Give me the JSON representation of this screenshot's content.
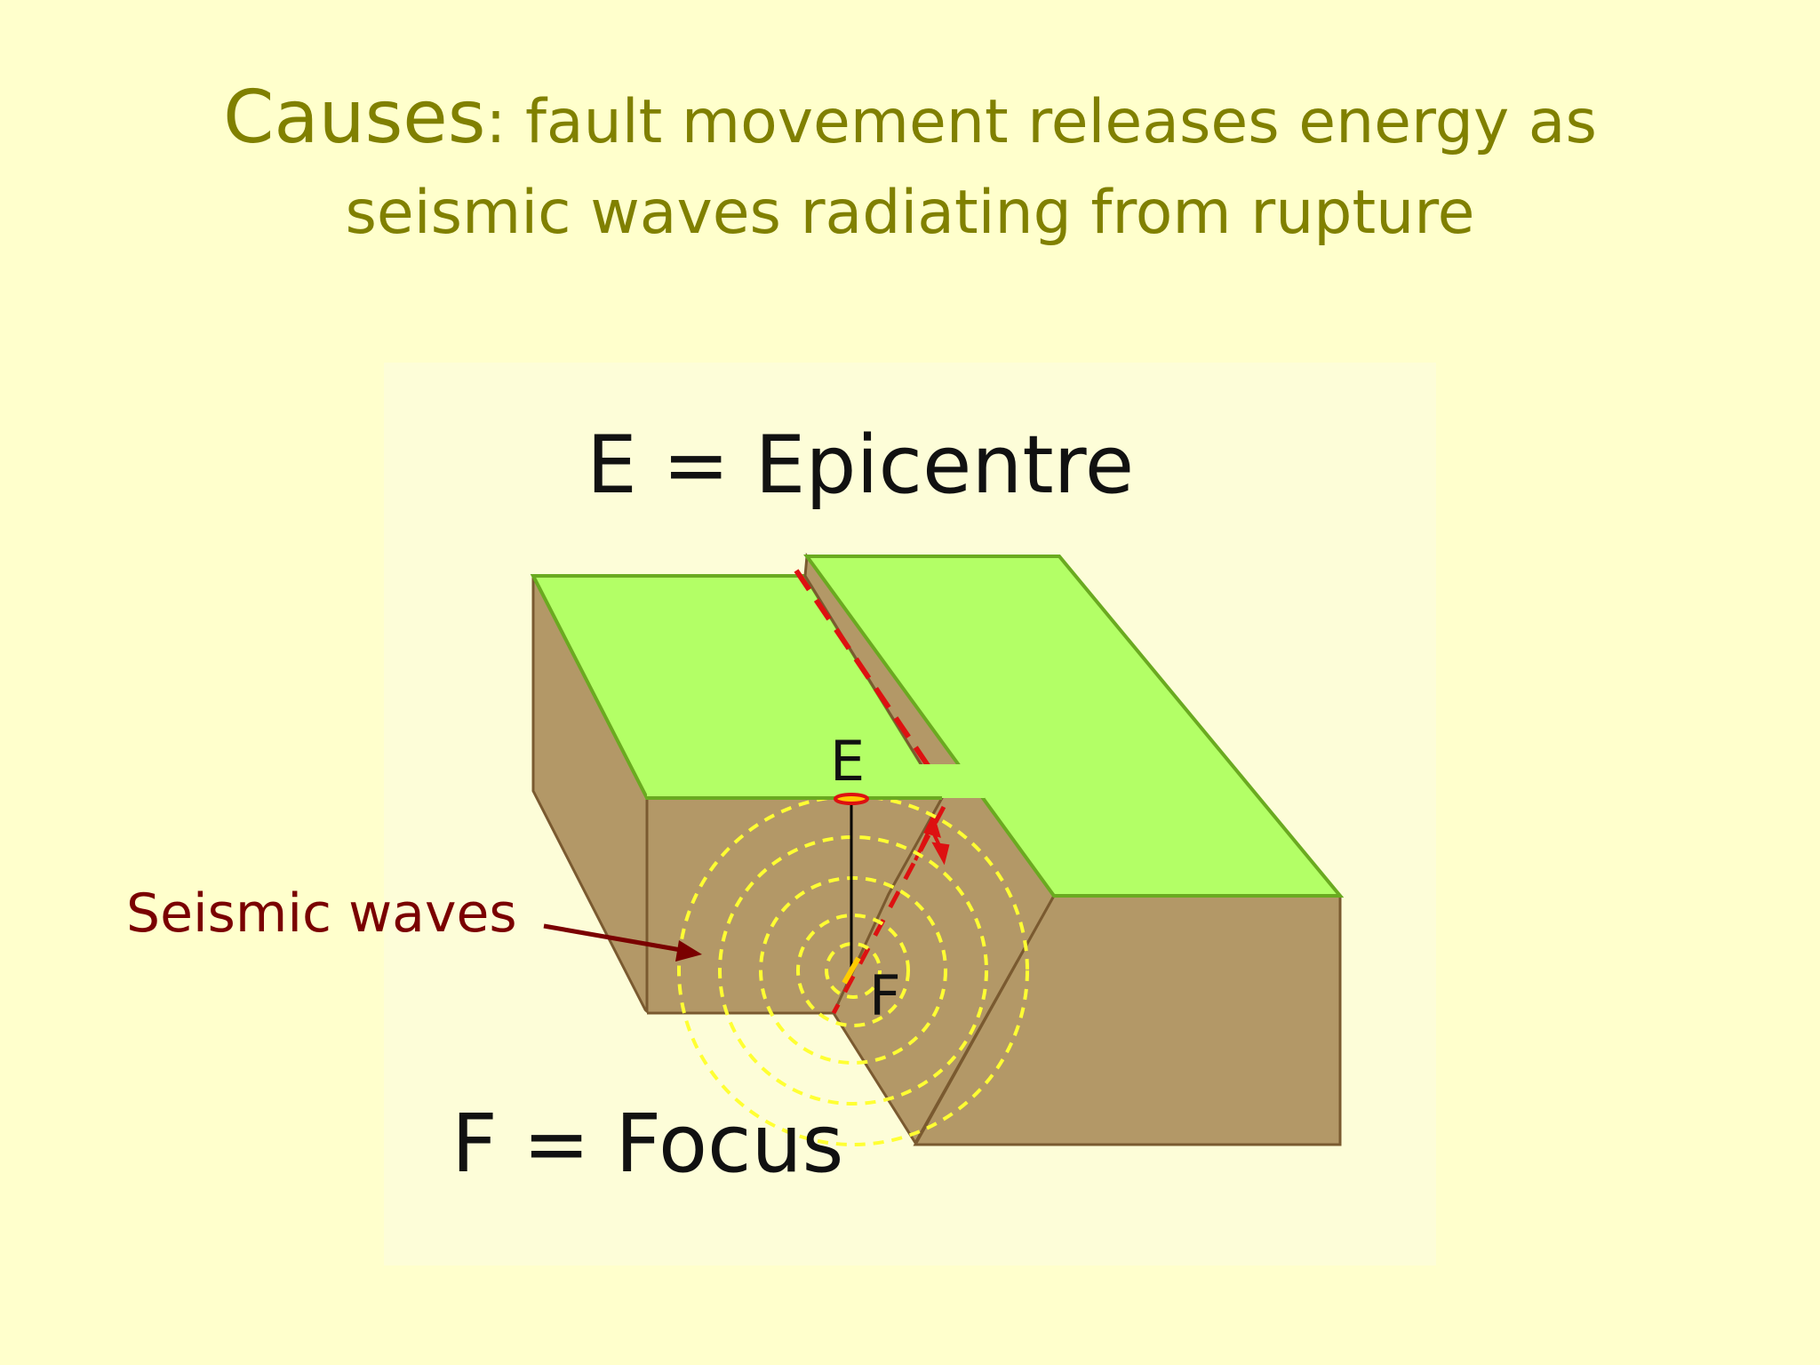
{
  "slide": {
    "title_lead": "Causes",
    "title_rest_line1": ": fault movement releases energy as",
    "title_line2": "seismic waves radiating from rupture"
  },
  "diagram": {
    "epicentre_legend": "E = Epicentre",
    "focus_legend": "F = Focus",
    "epicentre_marker": "E",
    "focus_marker": "F",
    "seismic_waves_label": "Seismic waves"
  },
  "colors": {
    "background": "#ffffcc",
    "title": "#808000",
    "ground_surface": "#b3ff66",
    "rock": "#b39867",
    "fault_line": "#dd1111",
    "waves": "#ffff33",
    "callout": "#7a0000"
  }
}
